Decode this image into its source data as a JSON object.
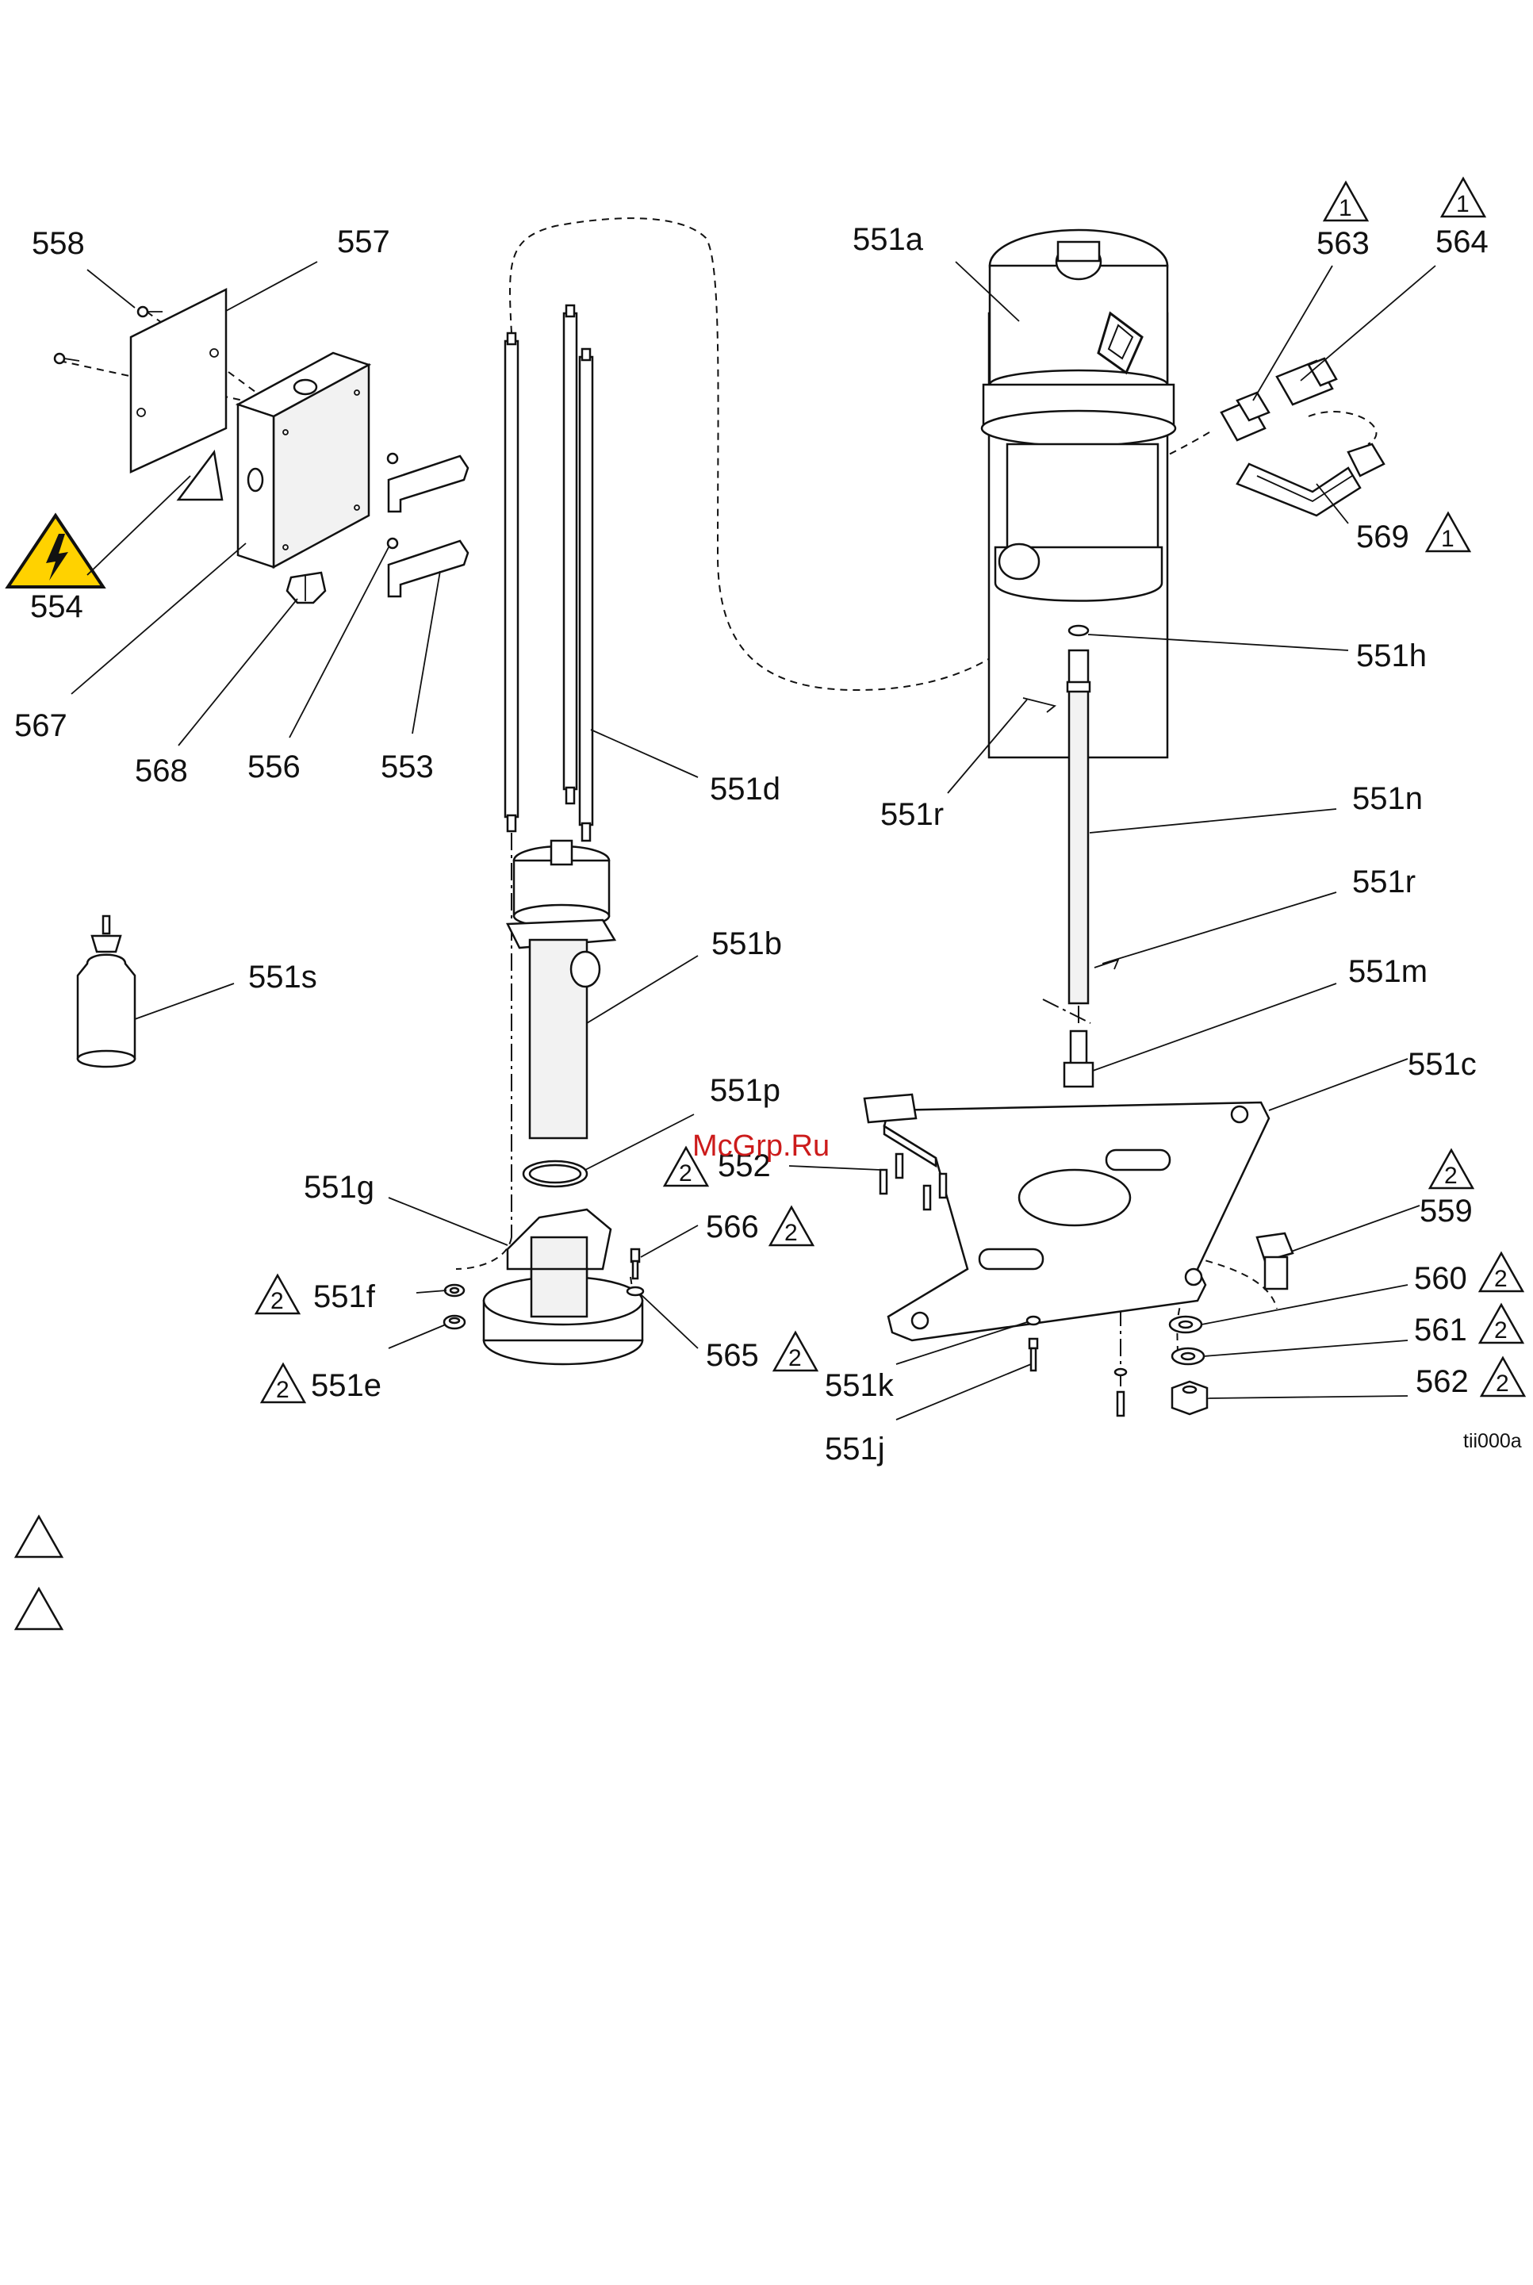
{
  "labels": {
    "l558": "558",
    "l557": "557",
    "l554": "554",
    "l567": "567",
    "l568": "568",
    "l556": "556",
    "l553": "553",
    "l551d": "551d",
    "l551s": "551s",
    "l551b": "551b",
    "l551p": "551p",
    "l551g": "551g",
    "l551f": "551f",
    "l551e": "551e",
    "l566": "566",
    "l565": "565",
    "l552": "552",
    "l551a": "551a",
    "l563": "563",
    "l564": "564",
    "l569": "569",
    "l551h": "551h",
    "l551r_top": "551r",
    "l551n": "551n",
    "l551r_mid": "551r",
    "l551m": "551m",
    "l551c": "551c",
    "l559": "559",
    "l560": "560",
    "l561": "561",
    "l562": "562",
    "l551k": "551k",
    "l551j": "551j"
  },
  "notes": {
    "one": "1",
    "two": "2"
  },
  "figure_id": "tii000a",
  "watermark": "McGrp.Ru",
  "colors": {
    "warning_yellow": "#ffd200",
    "watermark_red": "#cc1b1b",
    "line": "#111111"
  },
  "icons": [
    "high-voltage-warning-icon",
    "note-triangle-icon"
  ]
}
